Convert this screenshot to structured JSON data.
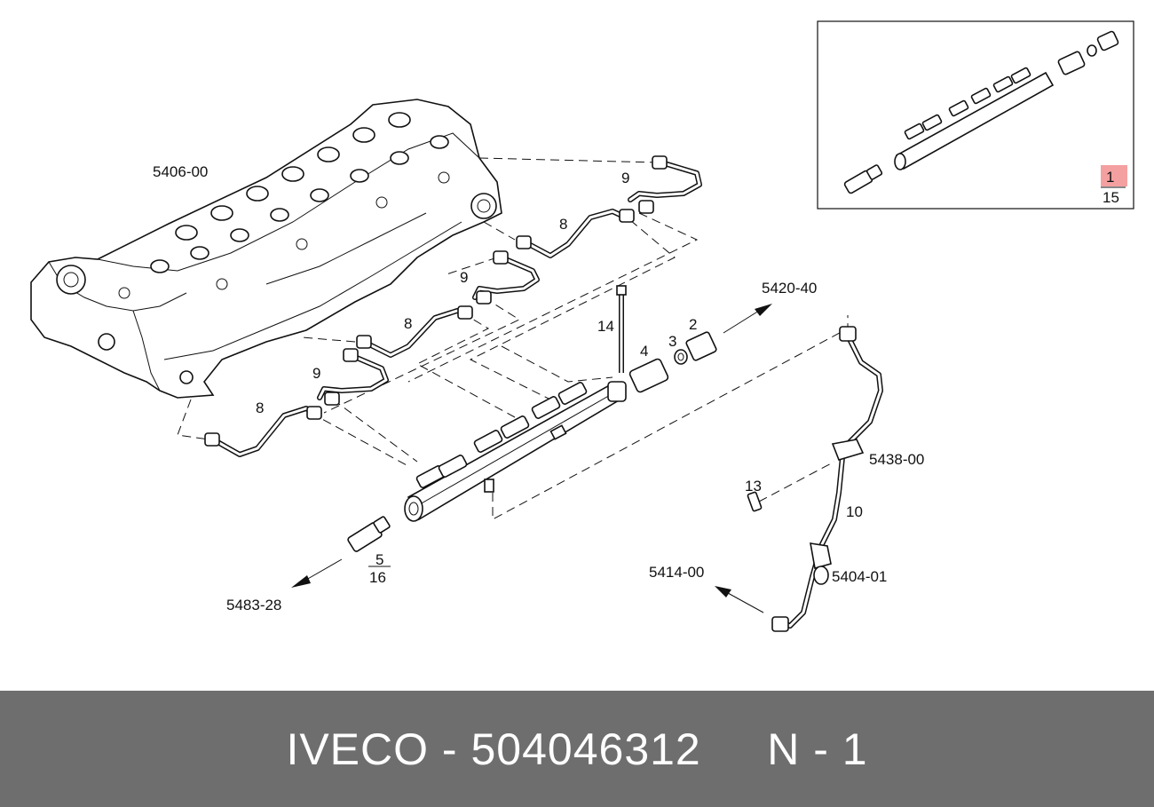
{
  "callouts": {
    "head": "5406-00",
    "p9a": "9",
    "p8a": "8",
    "p9b": "9",
    "p8b": "8",
    "p9c": "9",
    "p8c": "8",
    "p14": "14",
    "p4": "4",
    "p3": "3",
    "p2": "2",
    "ref_5420": "5420-40",
    "ref_5438": "5438-00",
    "p10": "10",
    "p13": "13",
    "ref_5404": "5404-01",
    "ref_5414": "5414-00",
    "p5": "5",
    "p16": "16",
    "ref_5483": "5483-28"
  },
  "inset": {
    "num": "1",
    "den": "15",
    "highlight_color": "#f4a0a0"
  },
  "footer": {
    "brand": "IVECO",
    "sep": " - ",
    "part_number": "504046312",
    "suffix": "     N - 1"
  },
  "colors": {
    "footer_bg": "#6e6e6e",
    "line": "#111111"
  }
}
